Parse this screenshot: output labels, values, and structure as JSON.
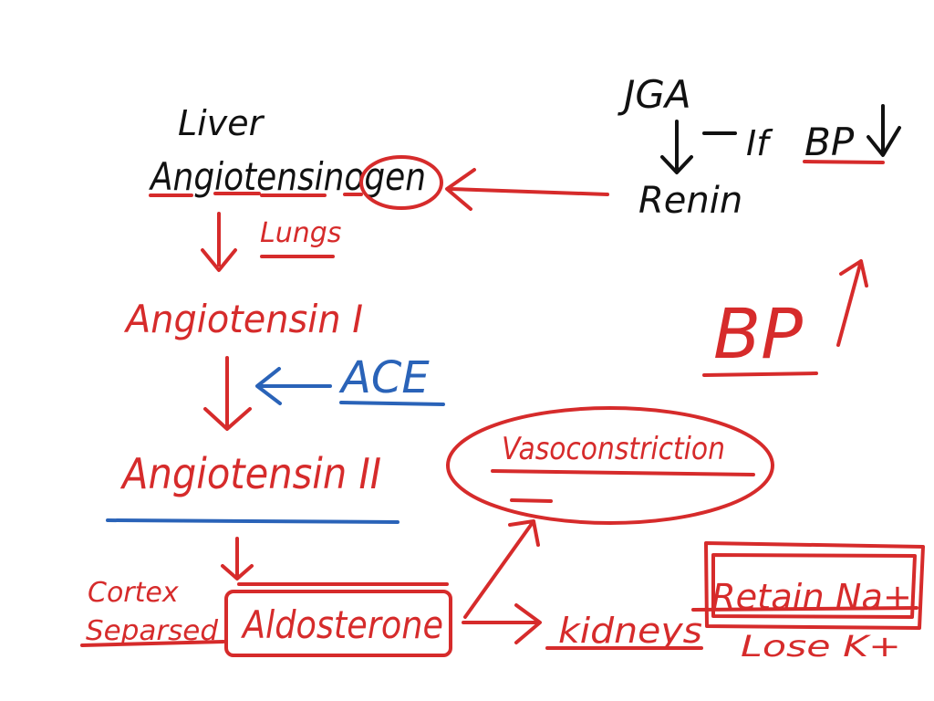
{
  "colors": {
    "black": "#111111",
    "red": "#d62b2b",
    "blue": "#2a63b8"
  },
  "labels": {
    "liver": "Liver",
    "angiotensinogen": "Angiotensinogen",
    "lungs": "Lungs",
    "angiotensin_1": "Angiotensin I",
    "ace": "ACE",
    "angiotensin_2": "Angiotensin II",
    "cortex_1": "Cortex",
    "cortex_2": "Separsed",
    "aldosterone": "Aldosterone",
    "kidneys": "kidneys",
    "retain_na": "Retain Na+",
    "lose_k": "Lose K+",
    "vasoconstriction": "Vasoconstriction",
    "jga": "JGA",
    "if": "If",
    "bp_low": "BP",
    "renin": "Renin",
    "bp_up": "BP"
  }
}
